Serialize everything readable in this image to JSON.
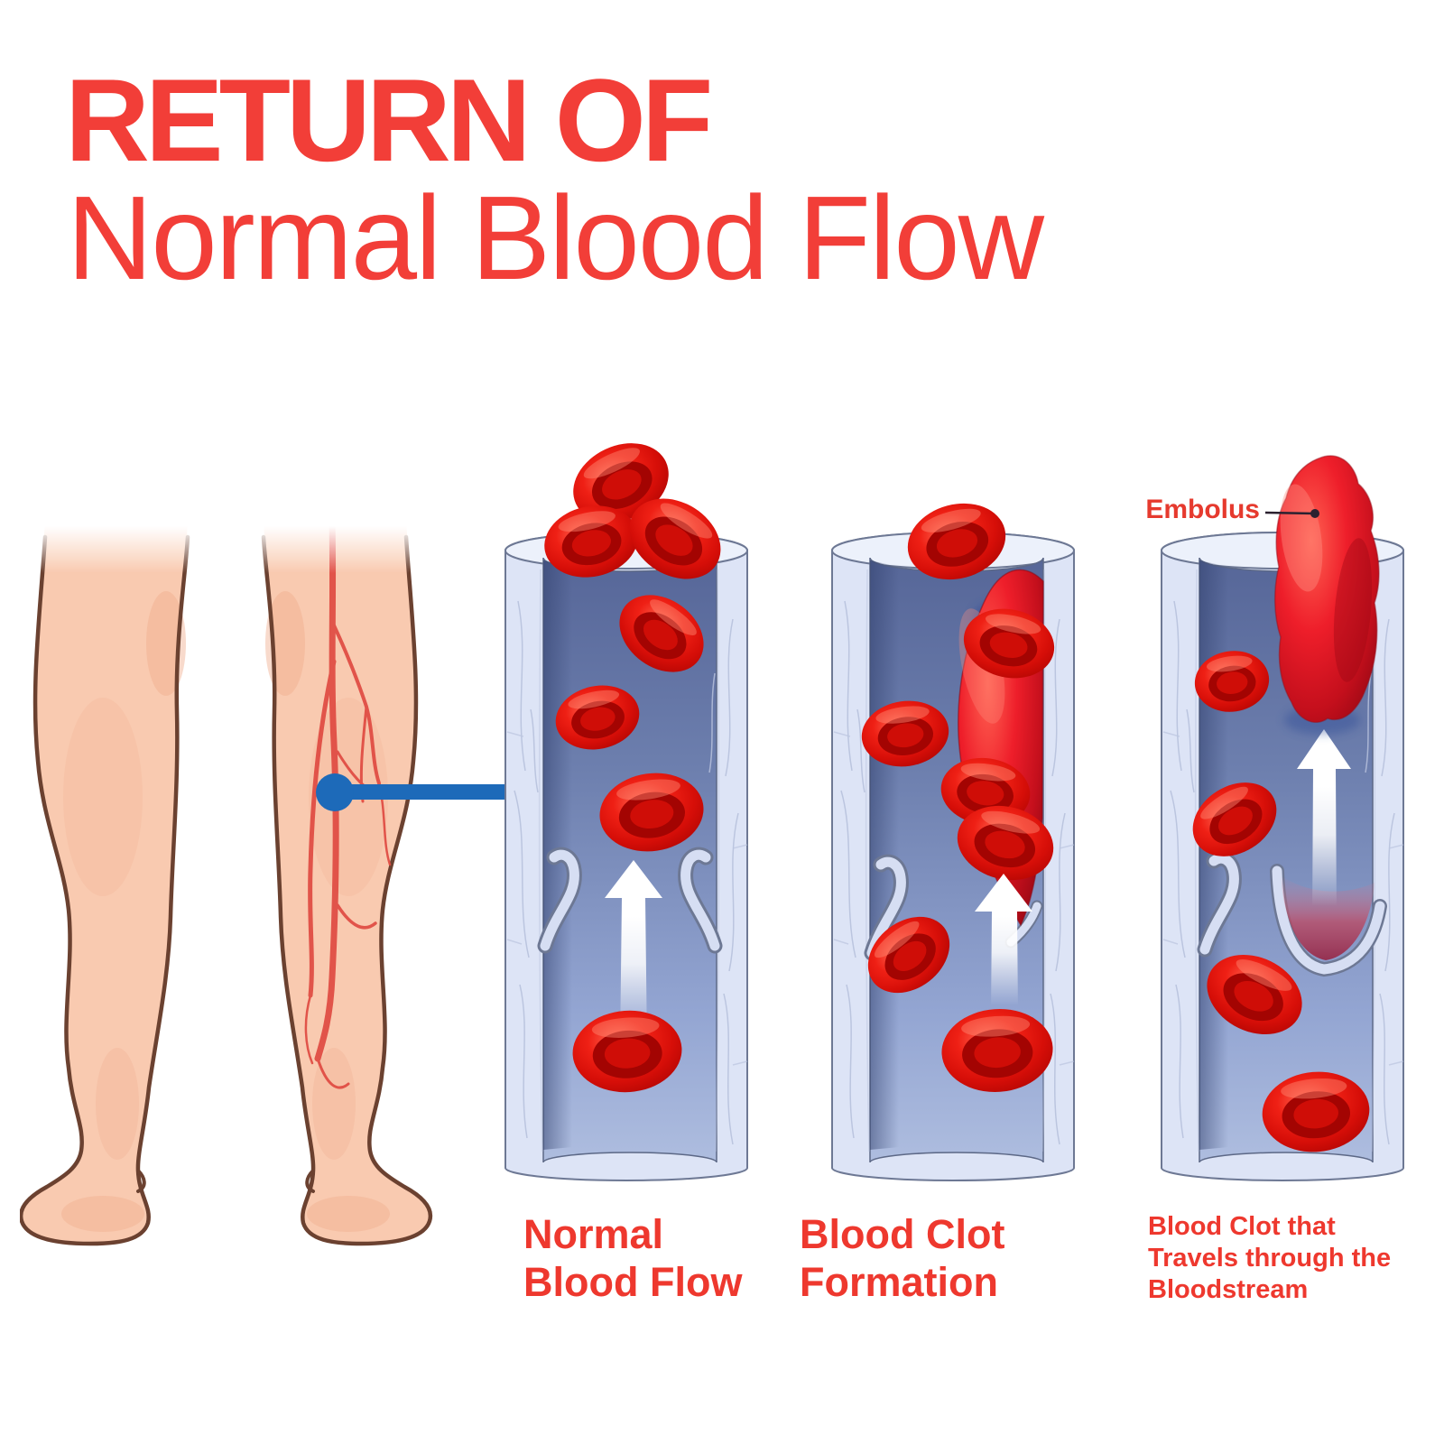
{
  "title": {
    "line1": "RETURN OF",
    "line2": "Normal Blood Flow"
  },
  "panels": [
    {
      "id": "normal-blood-flow",
      "caption_line1": "Normal",
      "caption_line2": "Blood Flow"
    },
    {
      "id": "blood-clot-formation",
      "caption_line1": "Blood Clot",
      "caption_line2": "Formation"
    },
    {
      "id": "traveling-clot",
      "caption_line1": "Blood Clot that",
      "caption_line2": "Travels through the",
      "caption_line3": "Bloodstream"
    }
  ],
  "labels": {
    "embolus": "Embolus"
  },
  "colors": {
    "title_red": "#f23e38",
    "caption_red": "#ee382e",
    "embolus_label_red": "#e63a2e",
    "connector_blue": "#1d6ab9",
    "vessel_wall": "#dde4f6",
    "vessel_outline": "#6d7894",
    "lumen_dark": "#566698",
    "lumen_light": "#aebddf",
    "red_blood_cell": "#e01410",
    "clot_red": "#d8141f",
    "leg_skin": "#f9cab0",
    "leg_outline": "#6b4130",
    "leg_vein_red": "#e04a42",
    "flow_arrow": "#ffffff",
    "pointer_line": "#2b2130"
  }
}
